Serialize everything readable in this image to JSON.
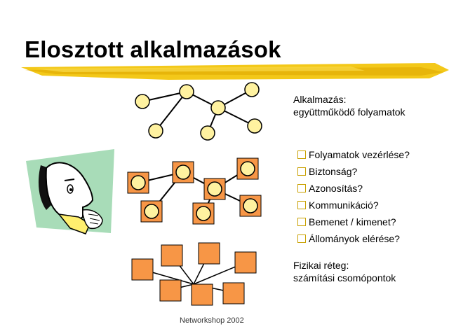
{
  "slide": {
    "title": "Elosztott alkalmazások",
    "app_label_line1": "Alkalmazás:",
    "app_label_line2": "együttműködő folyamatok",
    "questions": [
      "Folyamatok vezérlése?",
      "Biztonság?",
      "Azonosítás?",
      "Kommunikáció?",
      "Bemenet / kimenet?",
      "Állományok elérése?"
    ],
    "physical_label_line1": "Fizikai réteg:",
    "physical_label_line2": "számítási csomópontok",
    "footer": "Networkshop 2002"
  },
  "colors": {
    "accent_yellow": "#f2c200",
    "node_yellow": "#fff2a0",
    "node_orange": "#f79646",
    "cartoon_green": "#a8dcb8"
  },
  "icons": [
    "cartoon-person-icon",
    "checkbox-bullet-icon"
  ]
}
